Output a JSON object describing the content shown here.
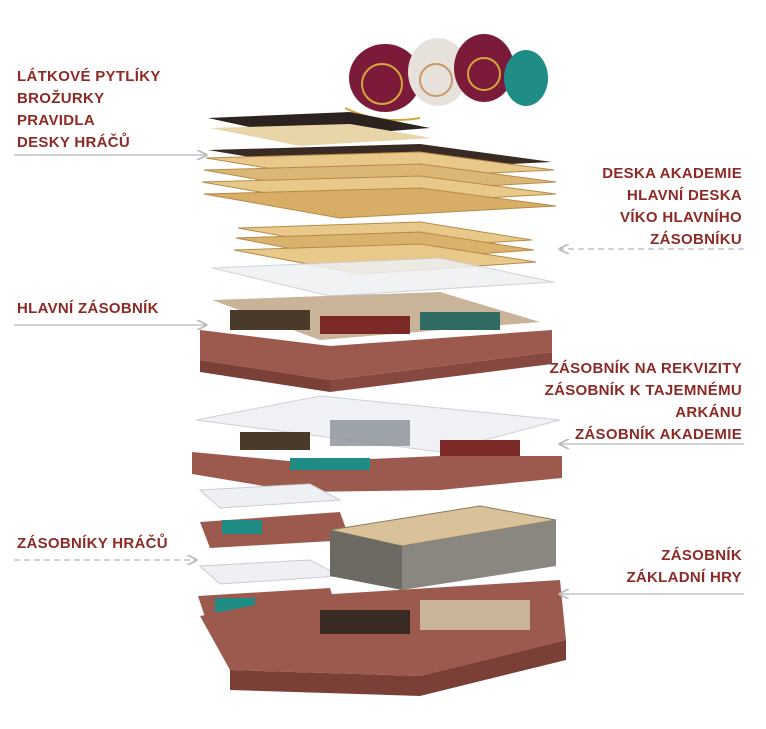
{
  "labels": {
    "top_left": [
      "LÁTKOVÉ PYTLÍKY",
      "BROŽURKY",
      "PRAVIDLA",
      "DESKY HRÁČŮ"
    ],
    "top_right": [
      "DESKA AKADEMIE",
      "HLAVNÍ DESKA",
      "VÍKO HLAVNÍHO",
      "ZÁSOBNÍKU"
    ],
    "main_tray": "HLAVNÍ ZÁSOBNÍK",
    "middle_right": [
      "ZÁSOBNÍK NA REKVIZITY",
      "ZÁSOBNÍK K TAJEMNÉMU",
      "ARKÁNU",
      "ZÁSOBNÍK AKADEMIE"
    ],
    "player_trays": "ZÁSOBNÍKY HRÁČŮ",
    "base_tray": [
      "ZÁSOBNÍK",
      "ZÁKLADNÍ HRY"
    ]
  },
  "colors": {
    "label_text": "#8e2a25",
    "arrow": "#b8b8b8",
    "tray": "#9c5a4f",
    "tray_dark": "#7a4038",
    "board": "#e8c98a",
    "board_edge": "#b88a4a",
    "bag_maroon": "#7c1a3a",
    "bag_white": "#e6e1da",
    "bag_teal": "#1f8c86"
  }
}
